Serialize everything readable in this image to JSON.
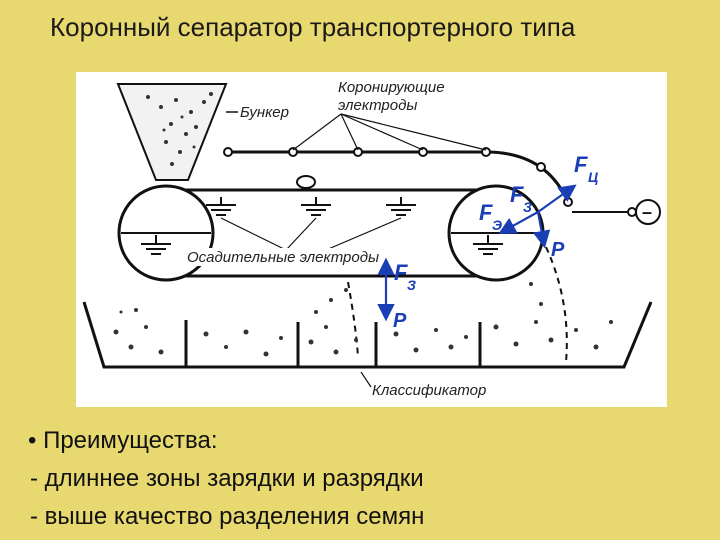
{
  "title": "Коронный сепаратор транспортерного типа",
  "diagram": {
    "labels": {
      "hopper": "Бункер",
      "corona_electrodes_line1": "Коронирующие",
      "corona_electrodes_line2": "электроды",
      "settling_electrodes": "Осадительные электроды",
      "classifier": "Классификатор",
      "minus": "–"
    },
    "forces": {
      "centrifugal": "F",
      "centrifugal_sub": "Ц",
      "gravity": "F",
      "gravity_sub": "З",
      "electric": "F",
      "electric_sub": "Э",
      "weight": "P"
    }
  },
  "bullets": {
    "heading": "Преимущества:",
    "items": [
      "- длиннее зоны зарядки и разрядки",
      "- выше качество разделения семян"
    ]
  }
}
